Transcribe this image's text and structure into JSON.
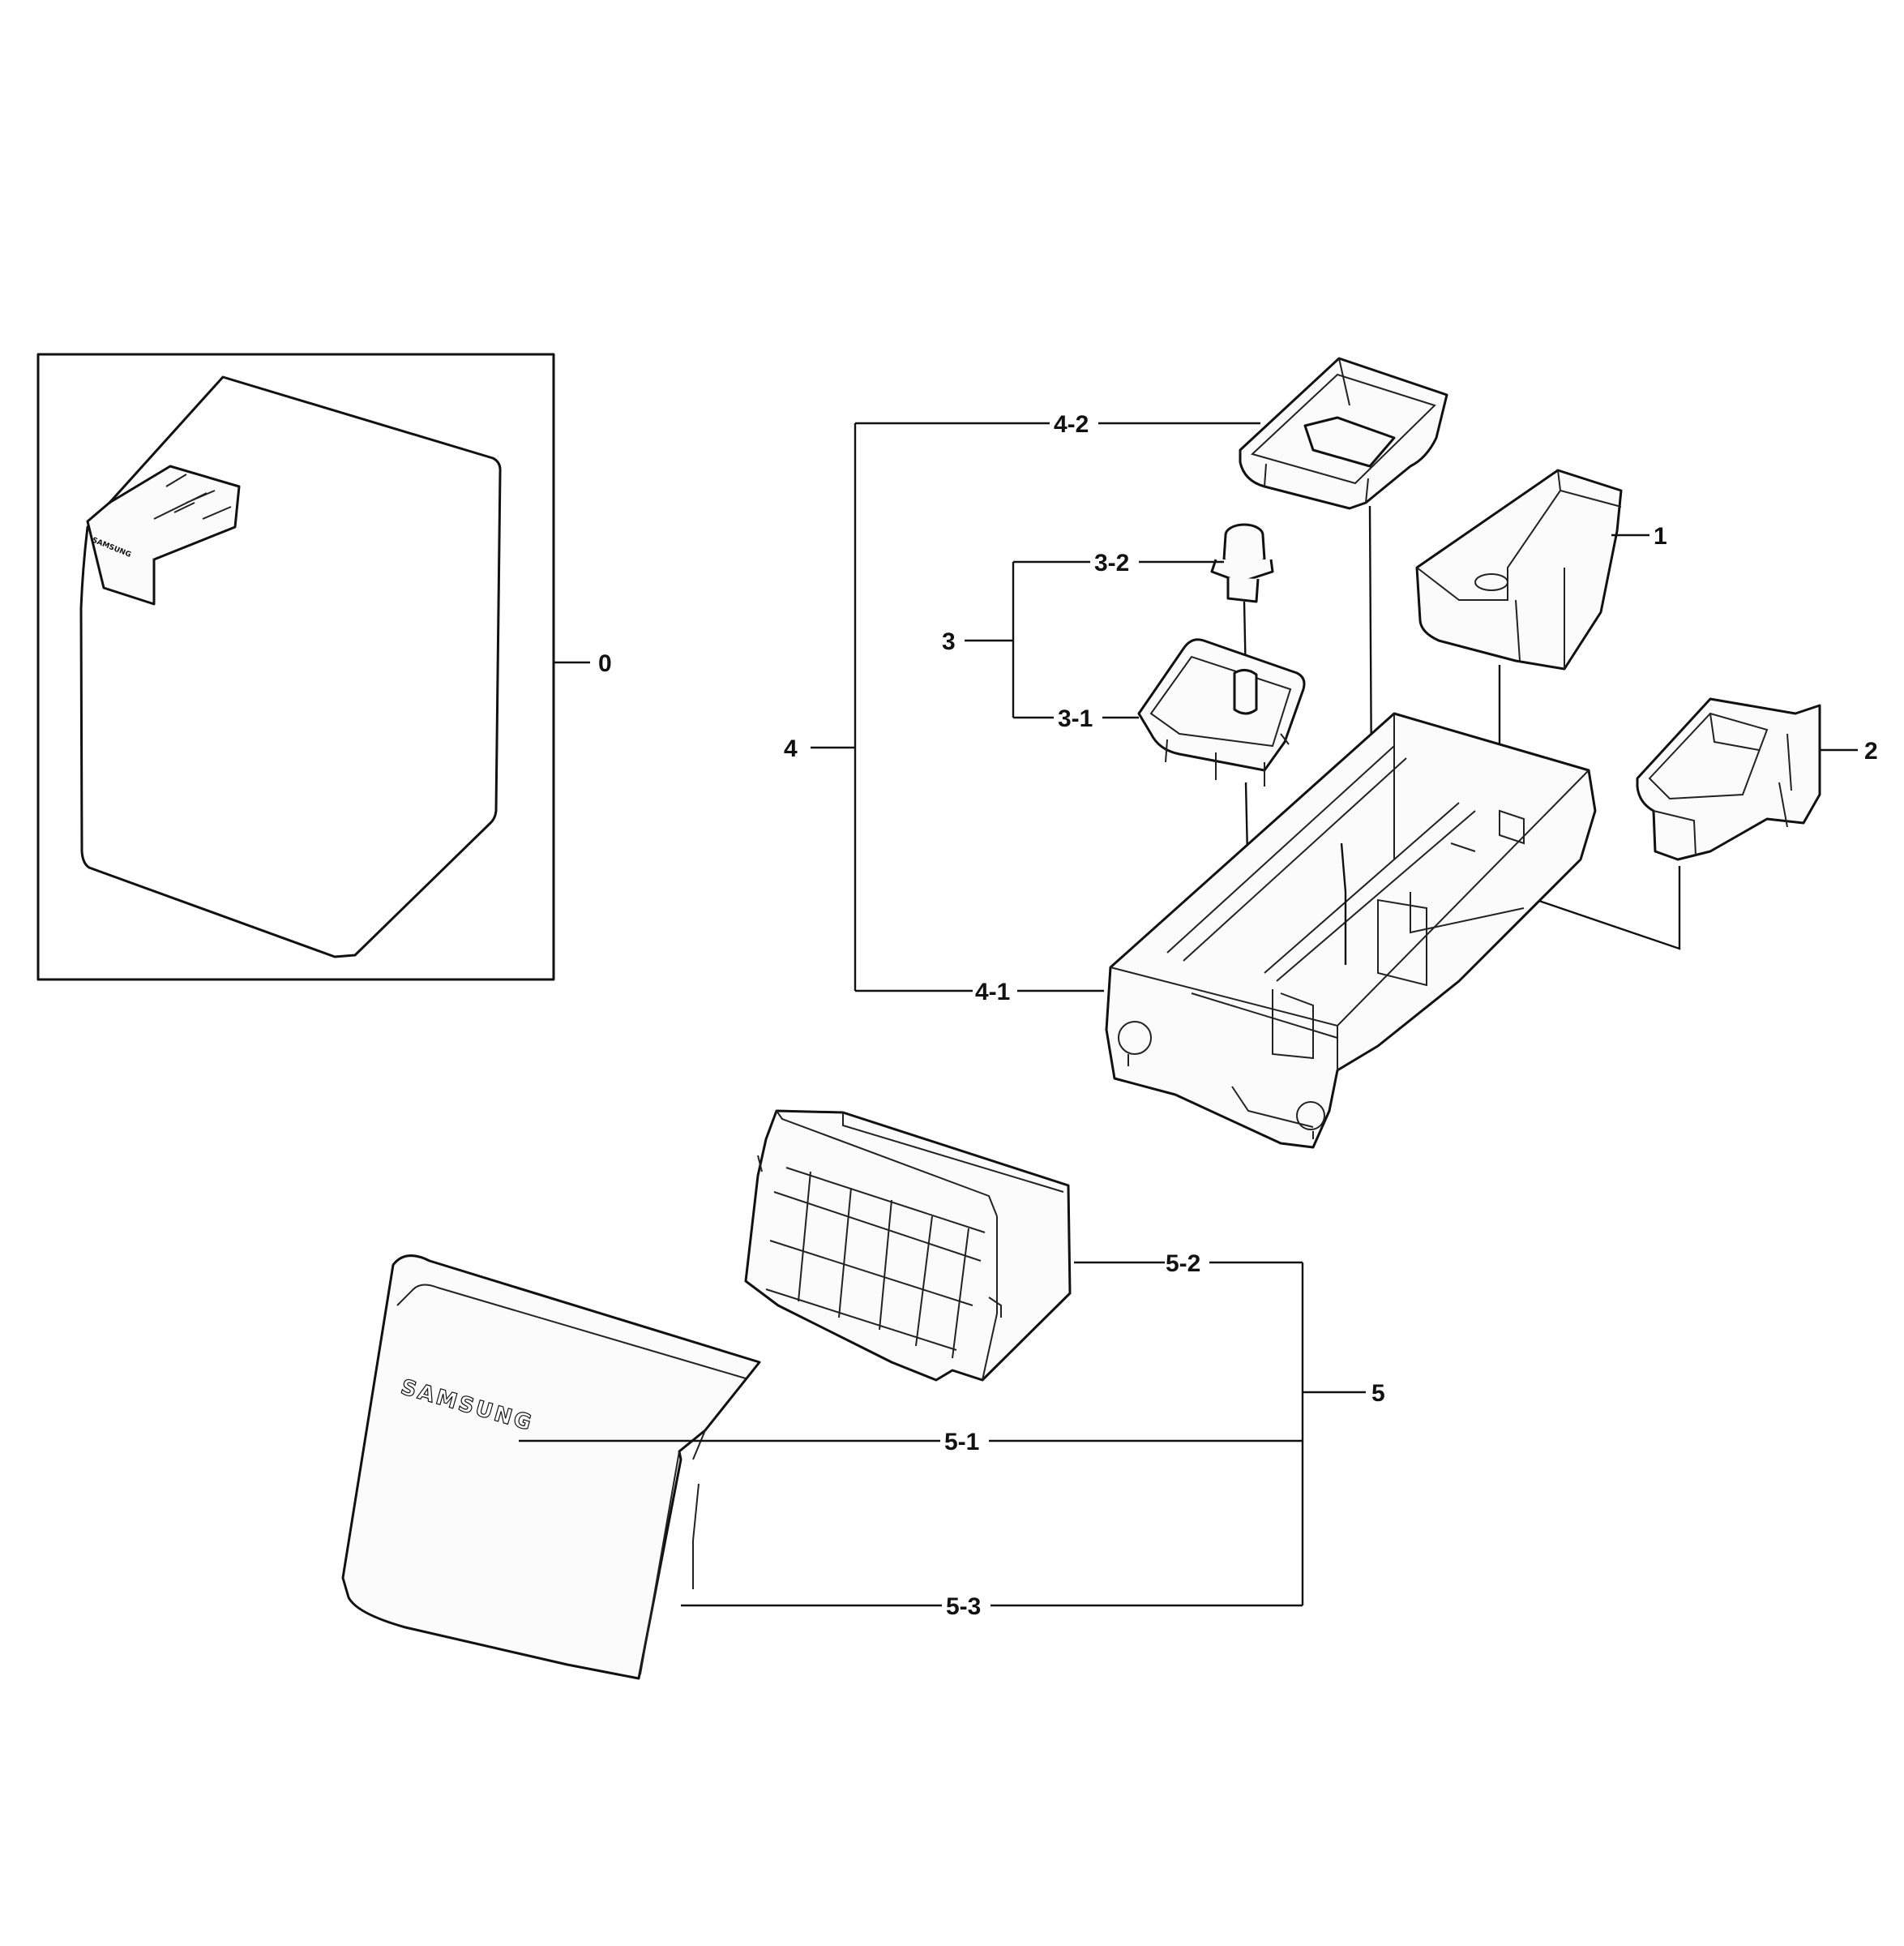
{
  "callouts": {
    "c0": "0",
    "c1": "1",
    "c2": "2",
    "c3": "3",
    "c3_1": "3-1",
    "c3_2": "3-2",
    "c4": "4",
    "c4_1": "4-1",
    "c4_2": "4-2",
    "c5": "5",
    "c5_1": "5-1",
    "c5_2": "5-2",
    "c5_3": "5-3"
  },
  "brand": {
    "logo_text": "SAMSUNG"
  }
}
